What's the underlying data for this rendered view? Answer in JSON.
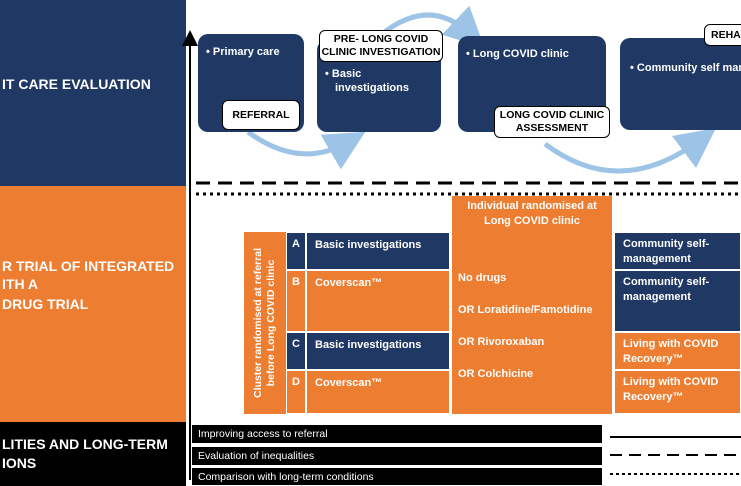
{
  "bands": {
    "top": "IT CARE EVALUATION",
    "middle_line1": "R TRIAL OF INTEGRATED",
    "middle_line2": "ITH A",
    "middle_line3": "DRUG TRIAL",
    "bottom_line1": "LITIES AND LONG-TERM",
    "bottom_line2": "IONS"
  },
  "pathway": {
    "primary_care": "• Primary care",
    "referral": "REFERRAL",
    "pre_clinic_line1": "PRE- LONG COVID",
    "pre_clinic_line2": "CLINIC INVESTIGATION",
    "basic_investigations_line1": "• Basic",
    "basic_investigations_line2": "investigations",
    "long_covid_clinic": "• Long COVID clinic",
    "assessment_line1": "LONG COVID CLINIC",
    "assessment_line2": "ASSESSMENT",
    "rehab": "REHAB",
    "community_self": "• Community self mar"
  },
  "trial": {
    "cluster_line1": "Cluster randomised at referral",
    "cluster_line2": "before Long COVID clinic",
    "arms": [
      {
        "letter": "A",
        "investigation": "Basic investigations",
        "follow_up_line1": "Community self-",
        "follow_up_line2": "management"
      },
      {
        "letter": "B",
        "investigation": "Coverscan™",
        "follow_up_line1": "Community self-",
        "follow_up_line2": "management"
      },
      {
        "letter": "C",
        "investigation": "Basic investigations",
        "follow_up_line1": "Living with COVID",
        "follow_up_line2": "Recovery™"
      },
      {
        "letter": "D",
        "investigation": "Coverscan™",
        "follow_up_line1": "Living with COVID",
        "follow_up_line2": "Recovery™"
      }
    ],
    "individual_line1": "Individual randomised at",
    "individual_line2": "Long COVID clinic",
    "drugs": [
      "No drugs",
      "OR Loratidine/Famotidine",
      "OR Rivoroxaban",
      "OR Colchicine"
    ]
  },
  "outcomes": [
    "Improving access to referral",
    "Evaluation of inequalities",
    "Comparison with long-term conditions"
  ],
  "colors": {
    "navy": "#1f3864",
    "orange": "#ed7d31",
    "black": "#000000"
  }
}
